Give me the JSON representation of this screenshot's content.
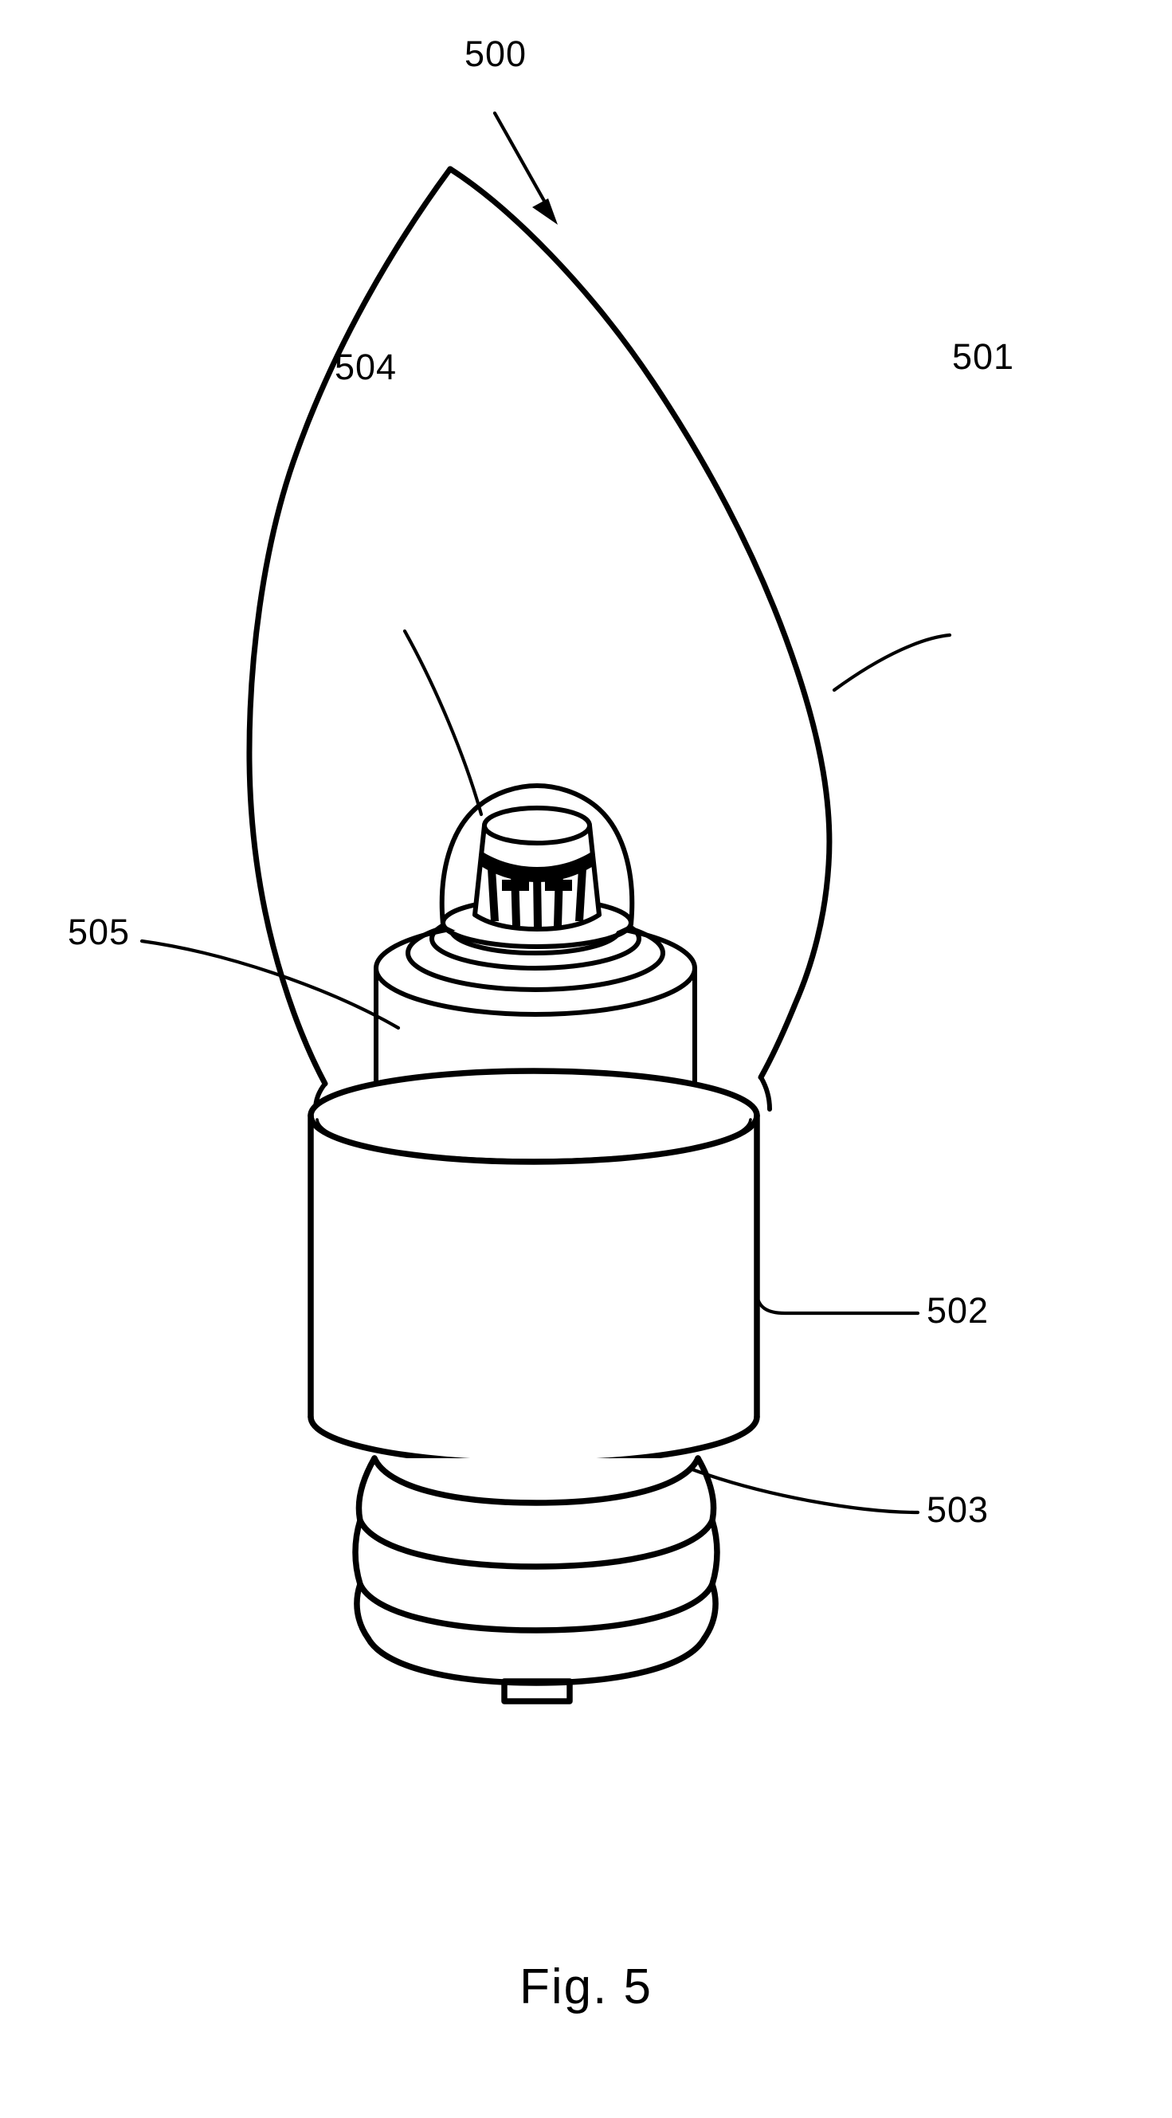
{
  "document": {
    "type": "patent-drawing",
    "caption": "Fig. 5",
    "background_color": "#ffffff",
    "ink_color": "#000000"
  },
  "figure": {
    "caption": "Fig. 5",
    "subject": "LED candle lamp with flame-shaped bulb",
    "reference_numerals": [
      {
        "id": "500",
        "text": "500",
        "part": "lamp-assembly",
        "leader": "straight-arrow",
        "points_to": "overall-assembly"
      },
      {
        "id": "501",
        "text": "501",
        "part": "flame-shaped-glass-bulb",
        "leader": "curved",
        "points_to": "bulb-envelope-right-wall"
      },
      {
        "id": "502",
        "text": "502",
        "part": "cylindrical-housing",
        "leader": "straight-with-hook",
        "points_to": "housing-right-wall"
      },
      {
        "id": "503",
        "text": "503",
        "part": "threaded-screw-base",
        "leader": "curved",
        "points_to": "screw-thread"
      },
      {
        "id": "504",
        "text": "504",
        "part": "led-emitter-dome",
        "leader": "curved",
        "points_to": "led-dome-lens"
      },
      {
        "id": "505",
        "text": "505",
        "part": "inner-pedestal-mount",
        "leader": "curved",
        "points_to": "pedestal-side-wall"
      }
    ],
    "components": [
      {
        "name": "bulb-envelope",
        "numeral": "501",
        "shape": "flame / candle tip"
      },
      {
        "name": "led-emitter",
        "numeral": "504",
        "shape": "dome lens over cylindrical chip"
      },
      {
        "name": "pedestal",
        "numeral": "505",
        "shape": "stepped cylinder"
      },
      {
        "name": "housing",
        "numeral": "502",
        "shape": "cylinder"
      },
      {
        "name": "screw-base",
        "numeral": "503",
        "shape": "three-turn thread with contact tab"
      }
    ]
  }
}
